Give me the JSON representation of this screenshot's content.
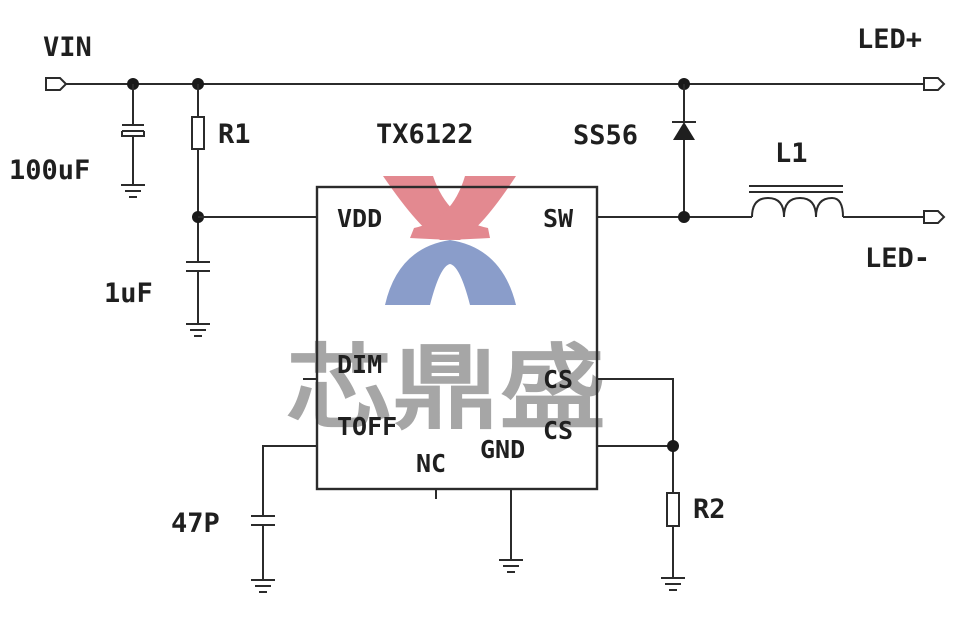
{
  "labels": {
    "vin": "VIN",
    "led_plus": "LED+",
    "led_minus": "LED-",
    "cap_in": "100uF",
    "r1": "R1",
    "cap_vdd": "1uF",
    "ic_name": "TX6122",
    "diode": "SS56",
    "inductor": "L1",
    "cap_toff": "47P",
    "r2": "R2"
  },
  "pins": {
    "vdd": "VDD",
    "sw": "SW",
    "dim": "DIM",
    "toff": "TOFF",
    "nc": "NC",
    "gnd": "GND",
    "cs_top": "CS",
    "cs_bottom": "CS"
  },
  "watermark": {
    "text": "芯鼎盛",
    "color_top": "#e07f87",
    "color_bottom": "#8096c6"
  },
  "colors": {
    "wire": "#2b2b2b"
  }
}
